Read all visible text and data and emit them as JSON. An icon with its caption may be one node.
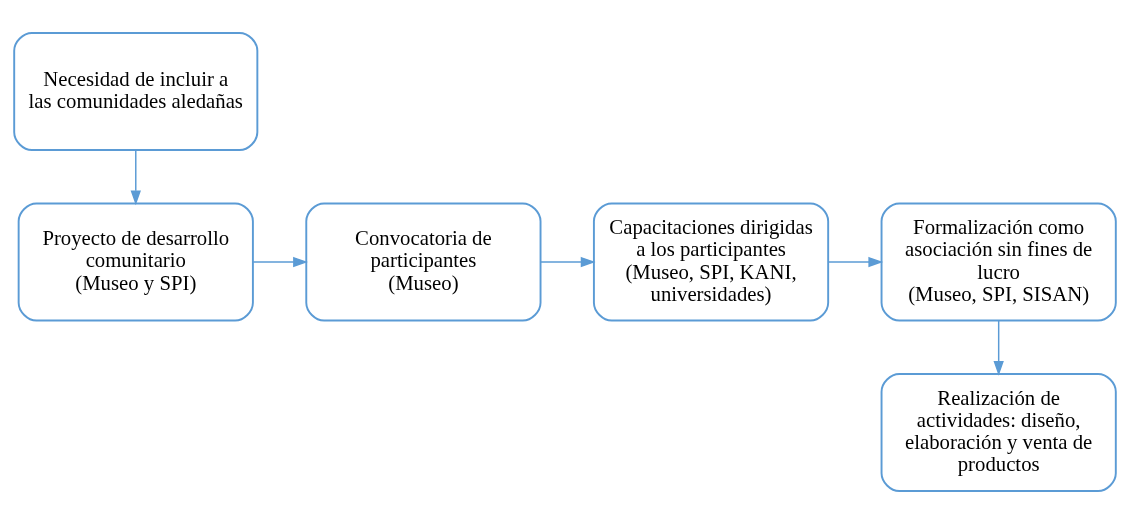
{
  "diagram": {
    "nodes": [
      {
        "text": [
          "Necesidad de incluir a las comunidades aledañas"
        ]
      },
      {
        "text": [
          "Proyecto de desarrollo comunitario",
          "(Museo y SPI)"
        ]
      },
      {
        "text": [
          "Convocatoria de participantes",
          "(Museo)"
        ]
      },
      {
        "text": [
          "Capacitaciones dirigidas a los participantes",
          "(Museo, SPI, KANI, universidades)"
        ]
      },
      {
        "text": [
          "Formalización como asociación sin fines de lucro",
          "(Museo, SPI, SISAN)"
        ]
      },
      {
        "text": [
          "Realización de actividades: diseño, elaboración y venta de productos"
        ]
      }
    ],
    "edges": [
      {
        "from": 0,
        "to": 1,
        "arrow": "to"
      },
      {
        "from": 1,
        "to": 2,
        "arrow": "to"
      },
      {
        "from": 2,
        "to": 3,
        "arrow": "to"
      },
      {
        "from": 3,
        "to": 4,
        "arrow": "to"
      },
      {
        "from": 4,
        "to": 5,
        "arrow": "to"
      }
    ]
  }
}
